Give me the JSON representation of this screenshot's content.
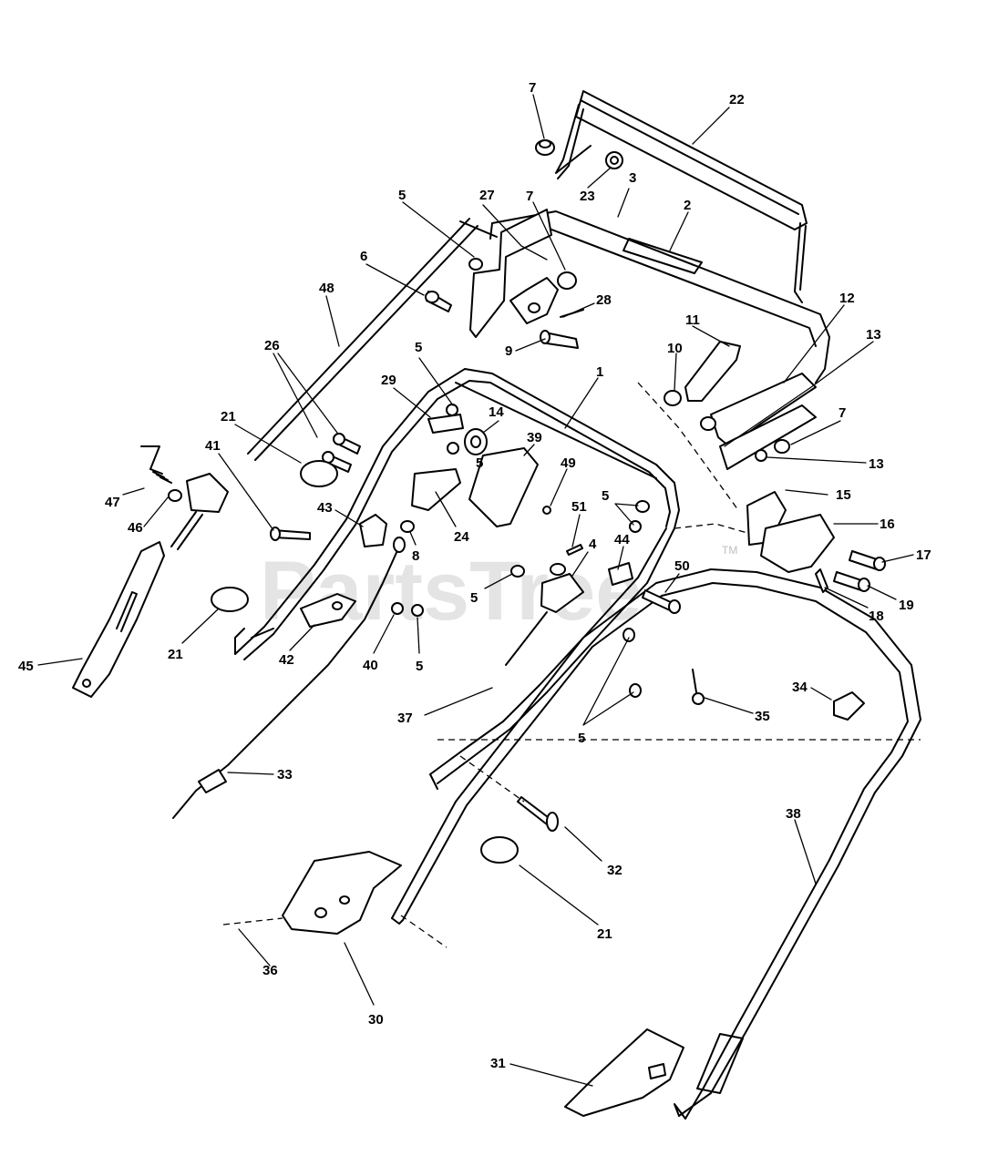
{
  "watermark": {
    "text": "PartsTree",
    "trademark": "TM"
  },
  "callouts": [
    {
      "id": "c22",
      "label": "22"
    },
    {
      "id": "c7a",
      "label": "7"
    },
    {
      "id": "c23",
      "label": "23"
    },
    {
      "id": "c3",
      "label": "3"
    },
    {
      "id": "c2",
      "label": "2"
    },
    {
      "id": "c27",
      "label": "27"
    },
    {
      "id": "c7b",
      "label": "7"
    },
    {
      "id": "c5a",
      "label": "5"
    },
    {
      "id": "c6",
      "label": "6"
    },
    {
      "id": "c28",
      "label": "28"
    },
    {
      "id": "c48",
      "label": "48"
    },
    {
      "id": "c9",
      "label": "9"
    },
    {
      "id": "c12",
      "label": "12"
    },
    {
      "id": "c13a",
      "label": "13"
    },
    {
      "id": "c11",
      "label": "11"
    },
    {
      "id": "c10",
      "label": "10"
    },
    {
      "id": "c26",
      "label": "26"
    },
    {
      "id": "c5b",
      "label": "5"
    },
    {
      "id": "c1",
      "label": "1"
    },
    {
      "id": "c29",
      "label": "29"
    },
    {
      "id": "c14",
      "label": "14"
    },
    {
      "id": "c7c",
      "label": "7"
    },
    {
      "id": "c13b",
      "label": "13"
    },
    {
      "id": "c21a",
      "label": "21"
    },
    {
      "id": "c39",
      "label": "39"
    },
    {
      "id": "c5c",
      "label": "5"
    },
    {
      "id": "c41",
      "label": "41"
    },
    {
      "id": "c49",
      "label": "49"
    },
    {
      "id": "c15",
      "label": "15"
    },
    {
      "id": "c47",
      "label": "47"
    },
    {
      "id": "c46",
      "label": "46"
    },
    {
      "id": "c5d",
      "label": "5"
    },
    {
      "id": "c16",
      "label": "16"
    },
    {
      "id": "c43",
      "label": "43"
    },
    {
      "id": "c24",
      "label": "24"
    },
    {
      "id": "c51",
      "label": "51"
    },
    {
      "id": "c8",
      "label": "8"
    },
    {
      "id": "c44",
      "label": "44"
    },
    {
      "id": "c4",
      "label": "4"
    },
    {
      "id": "c17",
      "label": "17"
    },
    {
      "id": "c50",
      "label": "50"
    },
    {
      "id": "c5e",
      "label": "5"
    },
    {
      "id": "c19",
      "label": "19"
    },
    {
      "id": "c18",
      "label": "18"
    },
    {
      "id": "c21b",
      "label": "21"
    },
    {
      "id": "c42",
      "label": "42"
    },
    {
      "id": "c40",
      "label": "40"
    },
    {
      "id": "c5f",
      "label": "5"
    },
    {
      "id": "c45",
      "label": "45"
    },
    {
      "id": "c34",
      "label": "34"
    },
    {
      "id": "c37",
      "label": "37"
    },
    {
      "id": "c35",
      "label": "35"
    },
    {
      "id": "c5g",
      "label": "5"
    },
    {
      "id": "c33",
      "label": "33"
    },
    {
      "id": "c38",
      "label": "38"
    },
    {
      "id": "c32",
      "label": "32"
    },
    {
      "id": "c21c",
      "label": "21"
    },
    {
      "id": "c36",
      "label": "36"
    },
    {
      "id": "c30",
      "label": "30"
    },
    {
      "id": "c31",
      "label": "31"
    }
  ]
}
